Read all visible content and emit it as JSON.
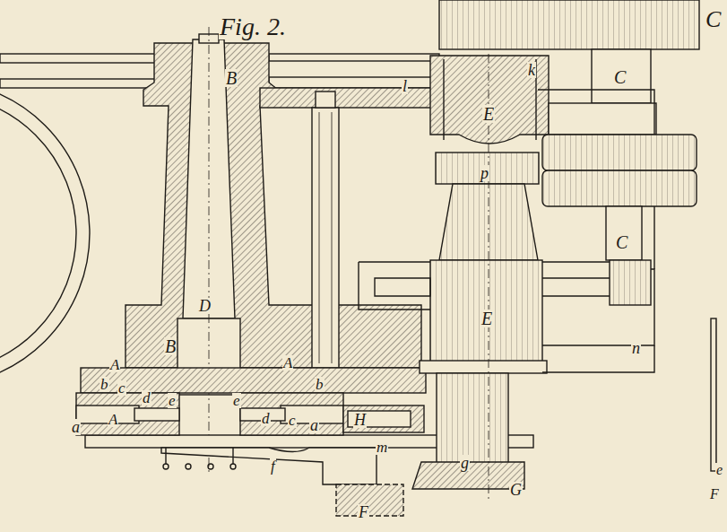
{
  "diagram": {
    "title": "Fig. 2.",
    "labels": [
      "C",
      "B",
      "l",
      "k",
      "C",
      "E",
      "p",
      "C",
      "D",
      "B",
      "E",
      "n",
      "A",
      "b",
      "c",
      "d",
      "e",
      "a",
      "A",
      "e",
      "A",
      "b",
      "d",
      "c",
      "a",
      "H",
      "m",
      "g",
      "f",
      "G",
      "F",
      "e",
      "F"
    ]
  }
}
